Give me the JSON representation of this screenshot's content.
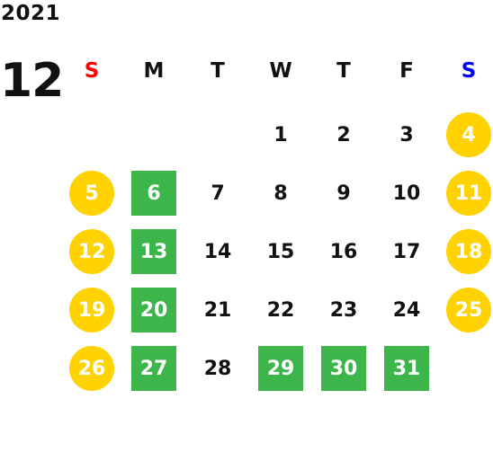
{
  "header": {
    "year": "2021",
    "month": "12"
  },
  "weekdays": [
    {
      "label": "S",
      "color": "#ff0000"
    },
    {
      "label": "M",
      "color": "#111111"
    },
    {
      "label": "T",
      "color": "#111111"
    },
    {
      "label": "W",
      "color": "#111111"
    },
    {
      "label": "T",
      "color": "#111111"
    },
    {
      "label": "F",
      "color": "#111111"
    },
    {
      "label": "S",
      "color": "#0000ff"
    }
  ],
  "colors": {
    "weekend_circle": "#ffd200",
    "highlight_square": "#3cb54a",
    "day_text": "#111111"
  },
  "days": [
    {
      "label": "1",
      "col": 3,
      "row": 0,
      "style": "plain"
    },
    {
      "label": "2",
      "col": 4,
      "row": 0,
      "style": "plain"
    },
    {
      "label": "3",
      "col": 5,
      "row": 0,
      "style": "plain"
    },
    {
      "label": "4",
      "col": 6,
      "row": 0,
      "style": "circle"
    },
    {
      "label": "5",
      "col": 0,
      "row": 1,
      "style": "circle"
    },
    {
      "label": "6",
      "col": 1,
      "row": 1,
      "style": "square"
    },
    {
      "label": "7",
      "col": 2,
      "row": 1,
      "style": "plain"
    },
    {
      "label": "8",
      "col": 3,
      "row": 1,
      "style": "plain"
    },
    {
      "label": "9",
      "col": 4,
      "row": 1,
      "style": "plain"
    },
    {
      "label": "10",
      "col": 5,
      "row": 1,
      "style": "plain"
    },
    {
      "label": "11",
      "col": 6,
      "row": 1,
      "style": "circle"
    },
    {
      "label": "12",
      "col": 0,
      "row": 2,
      "style": "circle"
    },
    {
      "label": "13",
      "col": 1,
      "row": 2,
      "style": "square"
    },
    {
      "label": "14",
      "col": 2,
      "row": 2,
      "style": "plain"
    },
    {
      "label": "15",
      "col": 3,
      "row": 2,
      "style": "plain"
    },
    {
      "label": "16",
      "col": 4,
      "row": 2,
      "style": "plain"
    },
    {
      "label": "17",
      "col": 5,
      "row": 2,
      "style": "plain"
    },
    {
      "label": "18",
      "col": 6,
      "row": 2,
      "style": "circle"
    },
    {
      "label": "19",
      "col": 0,
      "row": 3,
      "style": "circle"
    },
    {
      "label": "20",
      "col": 1,
      "row": 3,
      "style": "square"
    },
    {
      "label": "21",
      "col": 2,
      "row": 3,
      "style": "plain"
    },
    {
      "label": "22",
      "col": 3,
      "row": 3,
      "style": "plain"
    },
    {
      "label": "23",
      "col": 4,
      "row": 3,
      "style": "plain"
    },
    {
      "label": "24",
      "col": 5,
      "row": 3,
      "style": "plain"
    },
    {
      "label": "25",
      "col": 6,
      "row": 3,
      "style": "circle"
    },
    {
      "label": "26",
      "col": 0,
      "row": 4,
      "style": "circle"
    },
    {
      "label": "27",
      "col": 1,
      "row": 4,
      "style": "square"
    },
    {
      "label": "28",
      "col": 2,
      "row": 4,
      "style": "plain"
    },
    {
      "label": "29",
      "col": 3,
      "row": 4,
      "style": "square"
    },
    {
      "label": "30",
      "col": 4,
      "row": 4,
      "style": "square"
    },
    {
      "label": "31",
      "col": 5,
      "row": 4,
      "style": "square"
    }
  ]
}
